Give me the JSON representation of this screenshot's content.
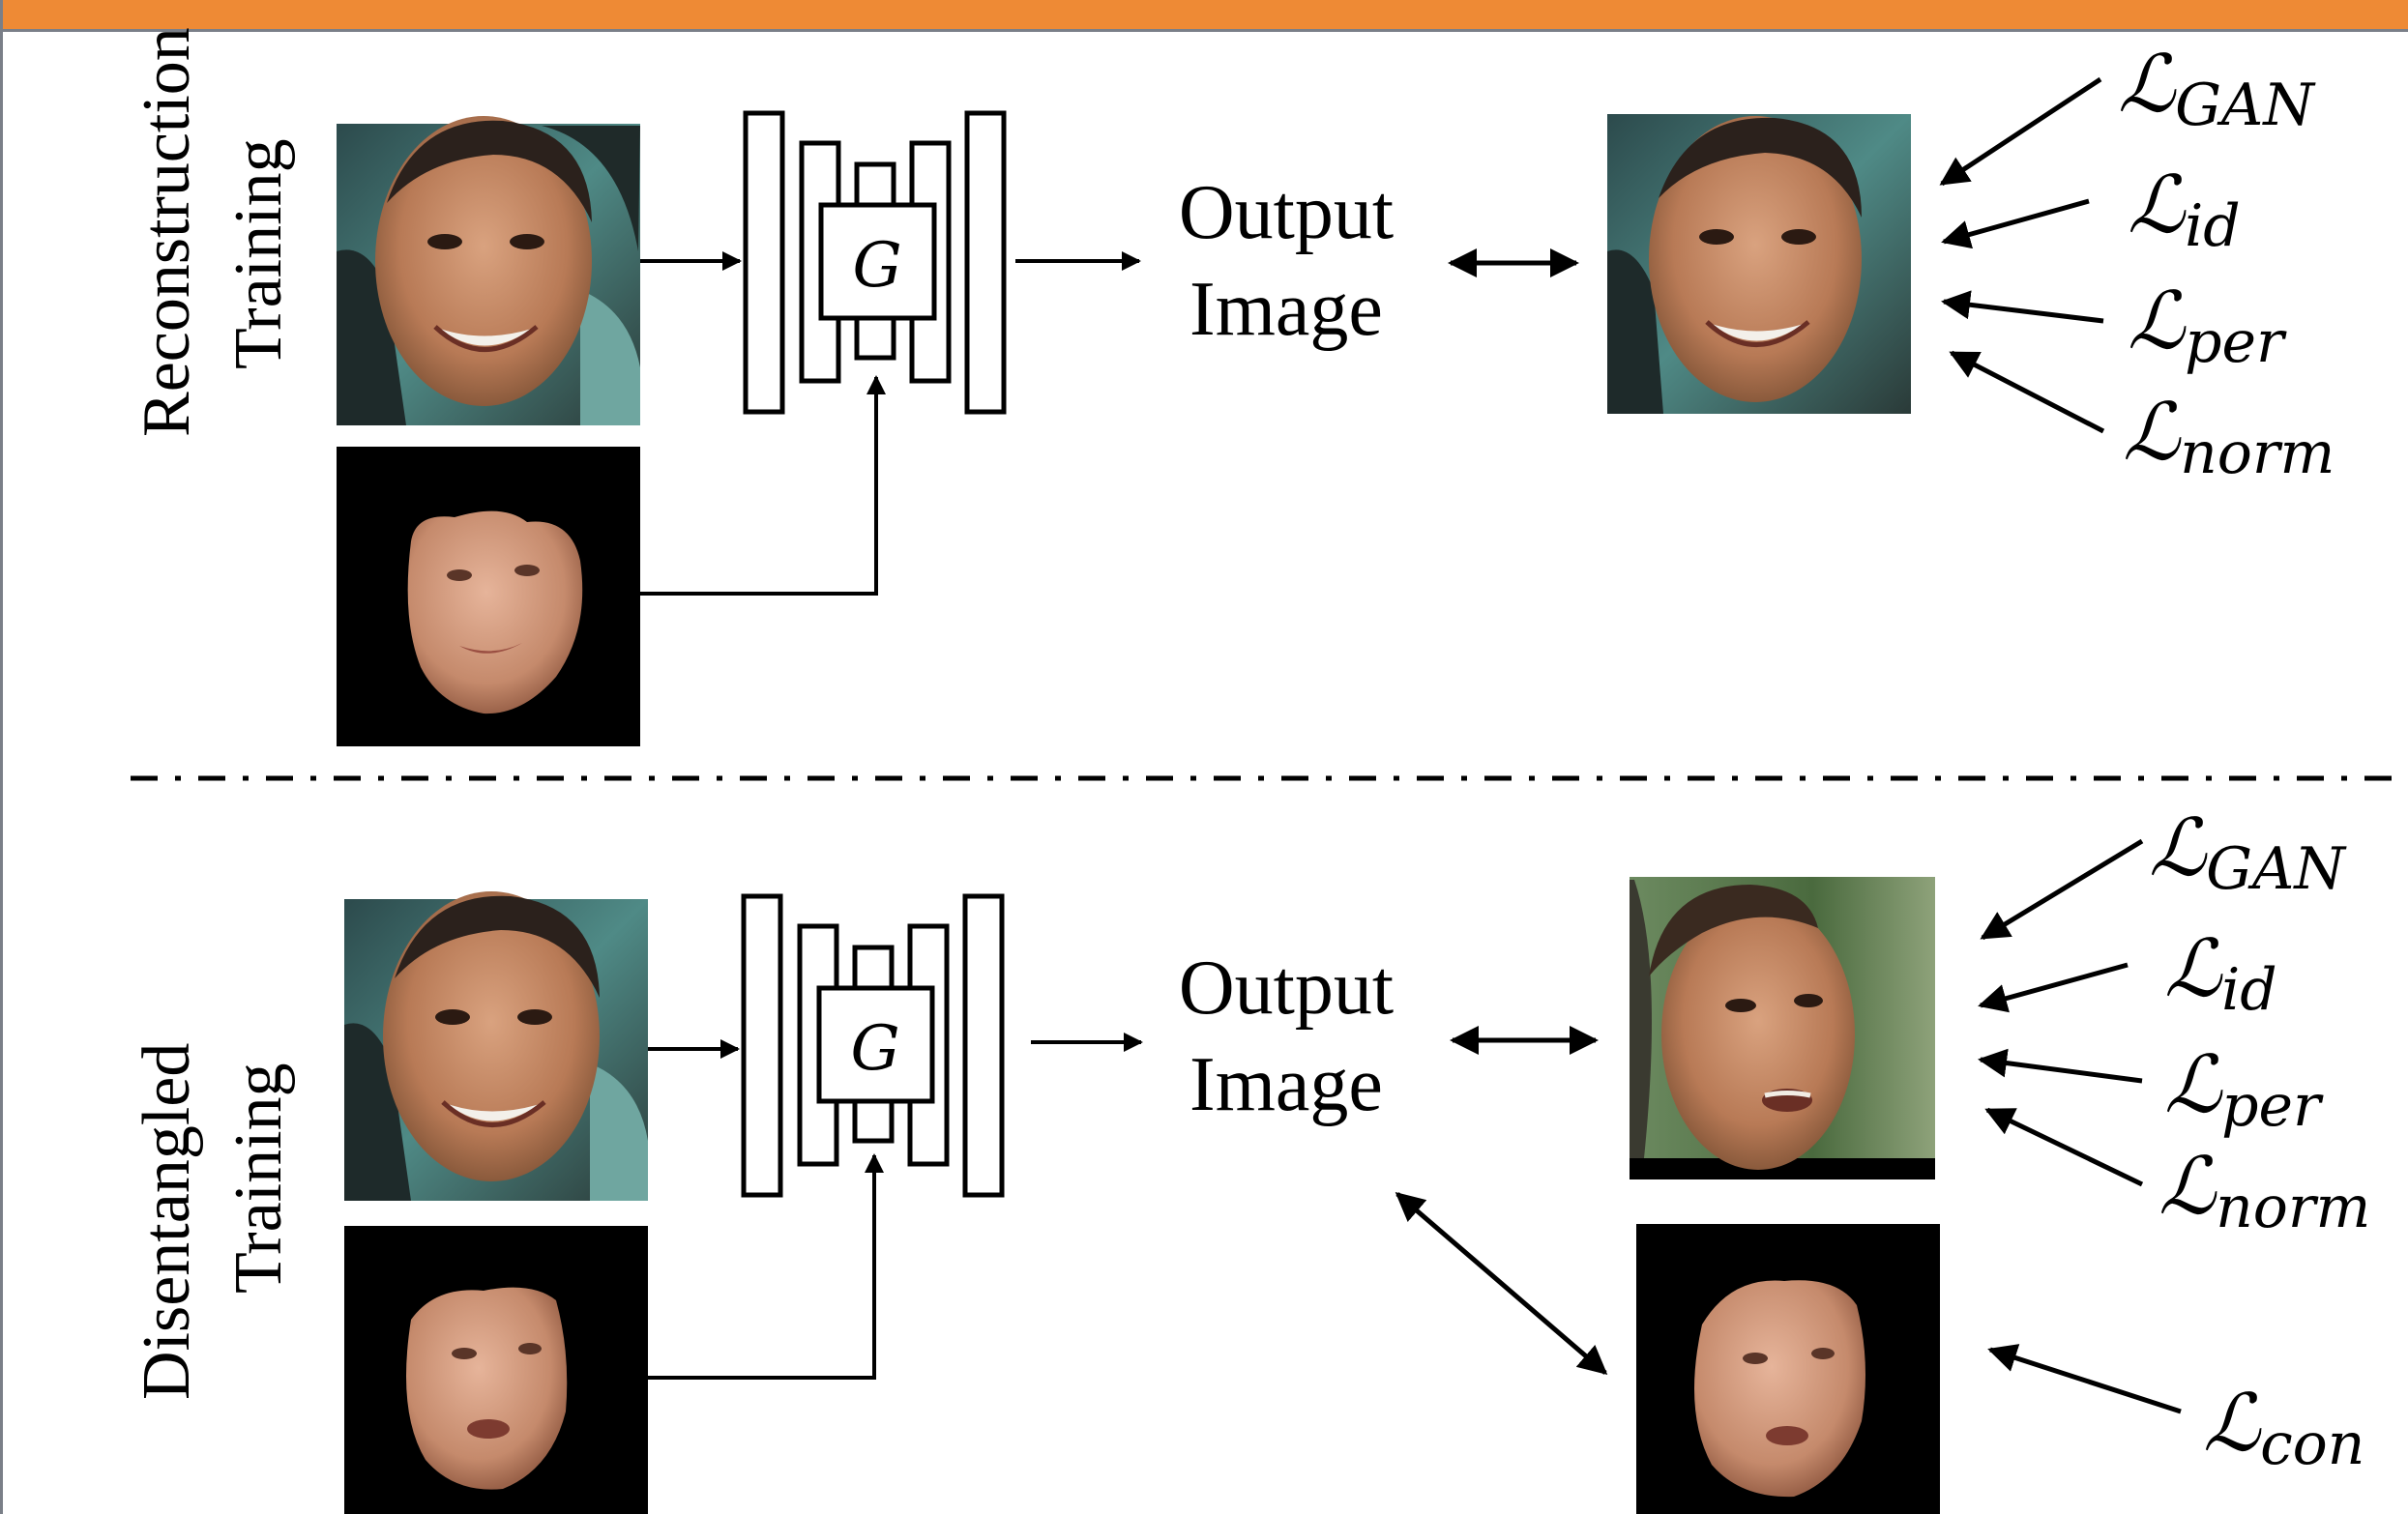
{
  "panels": {
    "top": {
      "label_line1": "Reconstruction",
      "label_line2": "Training",
      "generator_label": "G",
      "output_line1": "Output",
      "output_line2": "Image",
      "losses": [
        {
          "symbol": "ℒ",
          "sub": "GAN"
        },
        {
          "symbol": "ℒ",
          "sub": "id"
        },
        {
          "symbol": "ℒ",
          "sub": "per"
        },
        {
          "symbol": "ℒ",
          "sub": "norm"
        }
      ]
    },
    "bottom": {
      "label_line1": "Disentangled",
      "label_line2": "Training",
      "generator_label": "G",
      "output_line1": "Output",
      "output_line2": "Image",
      "losses": [
        {
          "symbol": "ℒ",
          "sub": "GAN"
        },
        {
          "symbol": "ℒ",
          "sub": "id"
        },
        {
          "symbol": "ℒ",
          "sub": "per"
        },
        {
          "symbol": "ℒ",
          "sub": "norm"
        }
      ],
      "content_loss": {
        "symbol": "ℒ",
        "sub": "con"
      }
    }
  },
  "colors": {
    "header": "#ee8a35",
    "border": "#7a7f88",
    "skin": "#c98e6e",
    "skin_dark": "#8a5a3c",
    "hair": "#2b211c",
    "bg_teal": "#3f6f6c",
    "bg_green": "#5c7a4a"
  }
}
